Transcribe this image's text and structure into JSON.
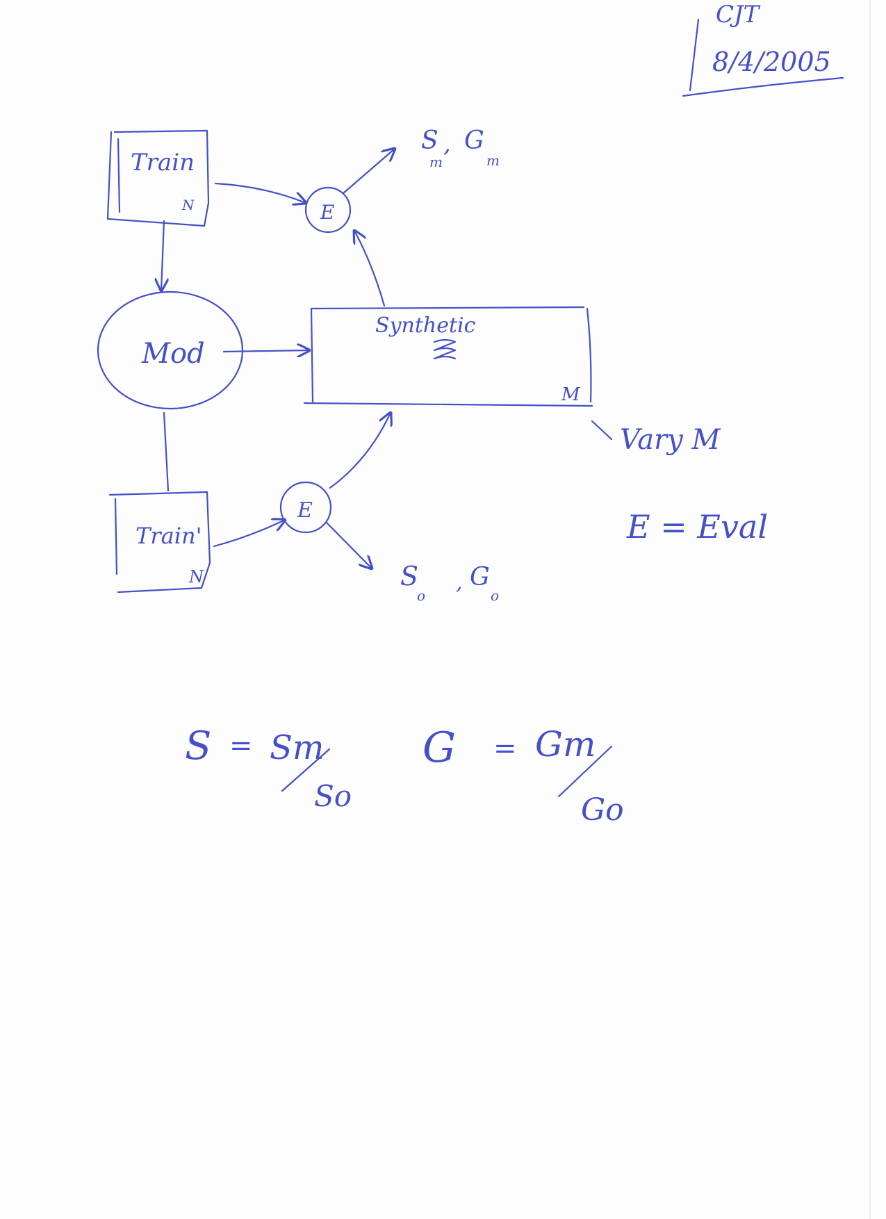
{
  "signature": {
    "initials": "CJT",
    "date": "8/4/2005"
  },
  "nodes": {
    "train_top": {
      "label": "Train",
      "corner": "N"
    },
    "model": {
      "label": "Mod"
    },
    "synthetic": {
      "label": "Synthetic",
      "corner": "M"
    },
    "train_bottom": {
      "label": "Train'",
      "corner": "N"
    },
    "eval_top": {
      "label": "E"
    },
    "eval_bottom": {
      "label": "E"
    }
  },
  "outputs": {
    "top": {
      "s": "S",
      "s_sub": "m",
      "sep": ",",
      "g": "G",
      "g_sub": "m"
    },
    "bottom": {
      "s": "S",
      "s_sub": "o",
      "sep": ",",
      "g": "G",
      "g_sub": "o"
    }
  },
  "notes": {
    "vary": "Vary M",
    "legend": "E = Eval"
  },
  "formulas": {
    "s": {
      "lhs": "S",
      "eq": "=",
      "num": "Sm",
      "den": "So"
    },
    "g": {
      "lhs": "G",
      "eq": "=",
      "num": "Gm",
      "den": "Go"
    }
  }
}
